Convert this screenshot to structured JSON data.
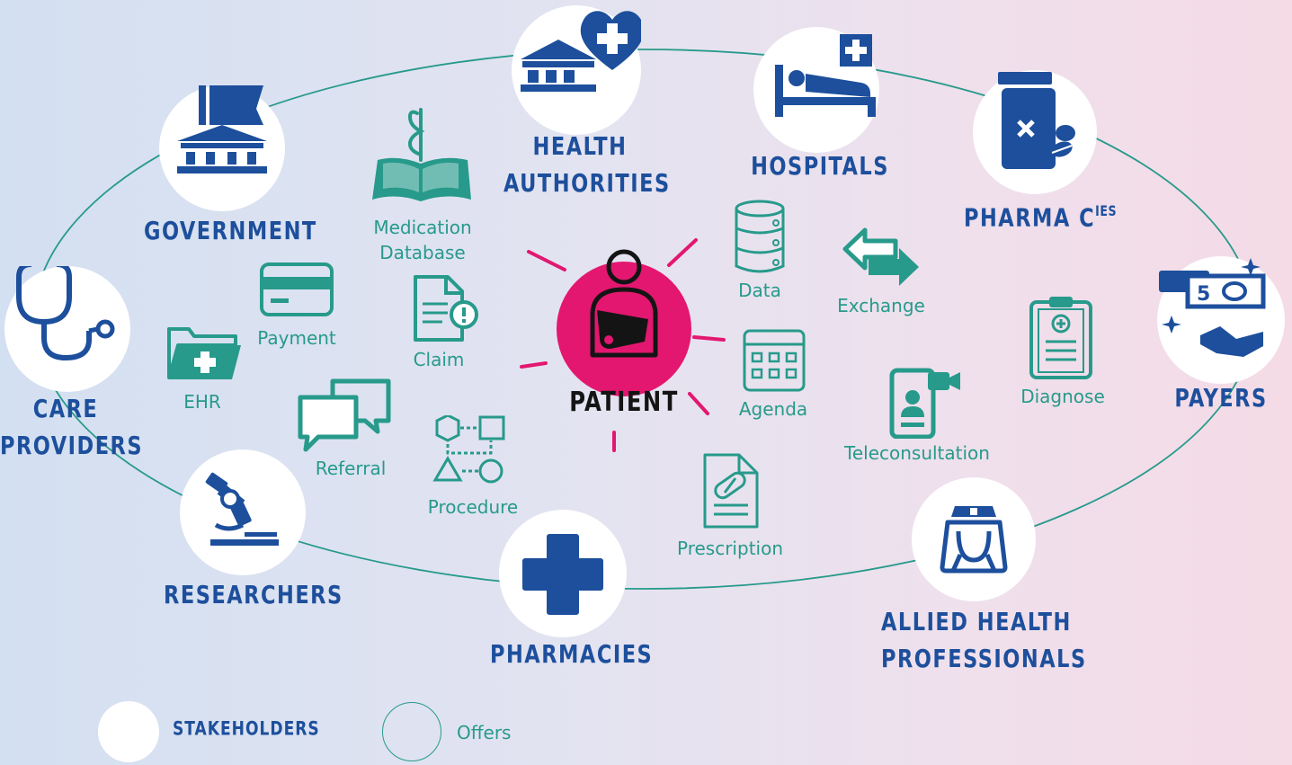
{
  "colors": {
    "stakeholder_blue": "#1d4f9c",
    "offer_teal": "#279a8b",
    "patient_pink": "#e3176f",
    "node_white": "#ffffff"
  },
  "patient": {
    "label": "PATIENT",
    "icon": "patient-arm-sling-icon"
  },
  "stakeholders": {
    "health_authorities": {
      "line1": "HEALTH",
      "line2": "AUTHORITIES",
      "icon": "building-heart-icon"
    },
    "hospitals": {
      "label": "HOSPITALS",
      "icon": "hospital-bed-icon"
    },
    "pharma": {
      "label": "PHARMA C",
      "sup": "IES",
      "icon": "medicine-bottle-icon"
    },
    "payers": {
      "label": "PAYERS",
      "icon": "money-hand-icon"
    },
    "allied": {
      "line1": "ALLIED HEALTH",
      "line2": "PROFESSIONALS",
      "icon": "nurse-icon"
    },
    "pharmacies": {
      "label": "PHARMACIES",
      "icon": "medical-cross-icon"
    },
    "researchers": {
      "label": "RESEARCHERS",
      "icon": "microscope-icon"
    },
    "care_providers": {
      "line1": "CARE",
      "line2": "PROVIDERS",
      "icon": "stethoscope-icon"
    },
    "government": {
      "label": "GOVERNMENT",
      "icon": "government-building-icon"
    }
  },
  "offers": {
    "medication_database": {
      "line1": "Medication",
      "line2": "Database",
      "icon": "book-caduceus-icon"
    },
    "payment": {
      "label": "Payment",
      "icon": "credit-card-icon"
    },
    "claim": {
      "label": "Claim",
      "icon": "claim-document-icon"
    },
    "ehr": {
      "label": "EHR",
      "icon": "medical-folder-icon"
    },
    "referral": {
      "label": "Referral",
      "icon": "chat-bubbles-icon"
    },
    "procedure": {
      "label": "Procedure",
      "icon": "flowchart-icon"
    },
    "data": {
      "label": "Data",
      "icon": "database-icon"
    },
    "exchange": {
      "label": "Exchange",
      "icon": "exchange-arrows-icon"
    },
    "agenda": {
      "label": "Agenda",
      "icon": "calendar-icon"
    },
    "prescription": {
      "label": "Prescription",
      "icon": "prescription-icon"
    },
    "teleconsultation": {
      "label": "Teleconsultation",
      "icon": "video-phone-icon"
    },
    "diagnose": {
      "label": "Diagnose",
      "icon": "clipboard-icon"
    }
  },
  "legend": {
    "stakeholders": "STAKEHOLDERS",
    "offers": "Offers"
  }
}
